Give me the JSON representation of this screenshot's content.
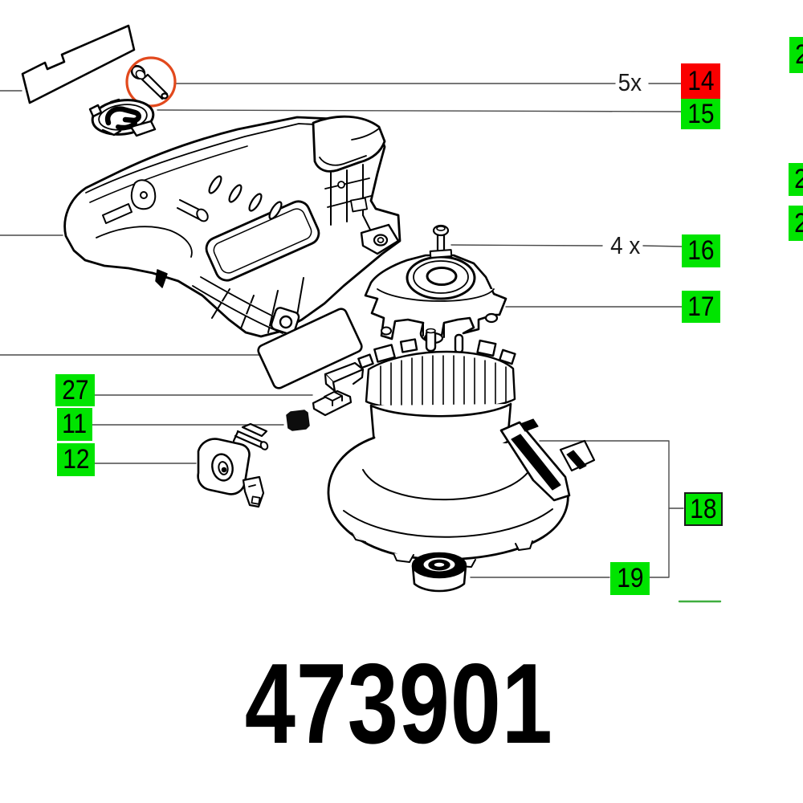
{
  "part_number": "473901",
  "quantities": [
    {
      "text": "5x"
    },
    {
      "text": "4 x"
    }
  ],
  "labels": [
    {
      "text": "14",
      "color": "#fa0000"
    },
    {
      "text": "15",
      "color": "#00e400"
    },
    {
      "text": "16",
      "color": "#00e400"
    },
    {
      "text": "17",
      "color": "#00e400"
    },
    {
      "text": "18",
      "color": "#00e400"
    },
    {
      "text": "19",
      "color": "#00e400"
    },
    {
      "text": "27",
      "color": "#00e400"
    },
    {
      "text": "11",
      "color": "#00e400"
    },
    {
      "text": "12",
      "color": "#00e400"
    },
    {
      "text": "2",
      "color": "#00e400",
      "partial": true
    },
    {
      "text": "2",
      "color": "#00e400",
      "partial": true
    },
    {
      "text": "2",
      "color": "#00e400",
      "partial": true
    }
  ],
  "parts": [
    {
      "name": "cover-plate"
    },
    {
      "name": "screw-highlighted"
    },
    {
      "name": "cap"
    },
    {
      "name": "motor-housing"
    },
    {
      "name": "sticker-pad"
    },
    {
      "name": "small-screw"
    },
    {
      "name": "bearing-bracket"
    },
    {
      "name": "motor-assembly"
    },
    {
      "name": "latch"
    },
    {
      "name": "grommet"
    },
    {
      "name": "pivot-bracket"
    },
    {
      "name": "ball-bearing"
    }
  ],
  "colors": {
    "label_green": "#00e400",
    "label_red": "#fa0000",
    "highlight_circle": "#e2491d",
    "leader_line": "#4a4a4a",
    "green_line": "#3fae3f",
    "ink": "#000000"
  }
}
